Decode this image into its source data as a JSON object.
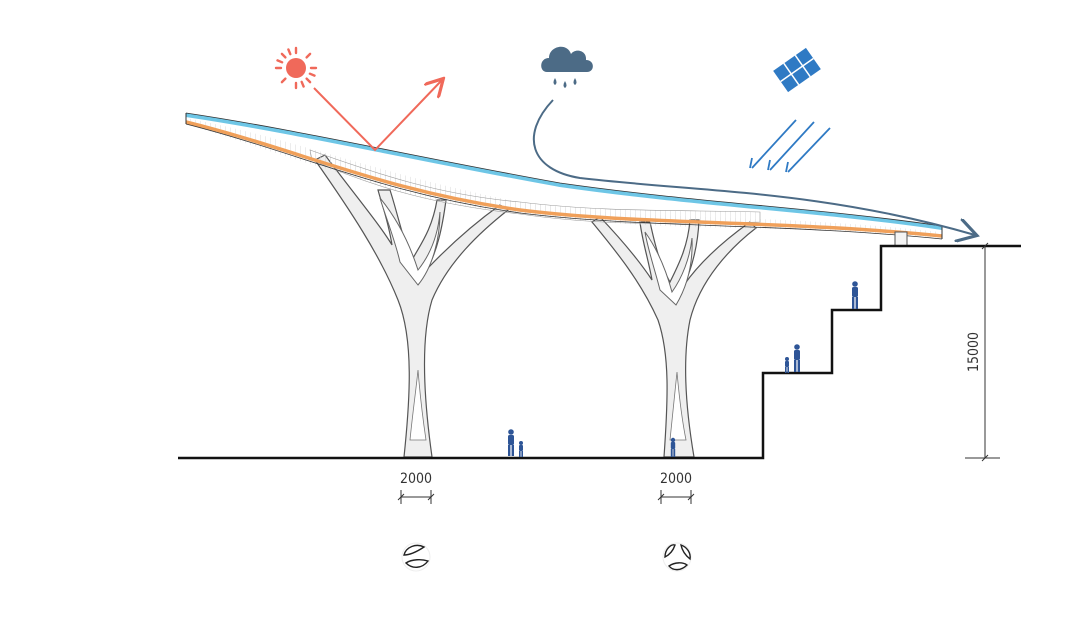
{
  "dimensions": {
    "column1_width": "2000",
    "column2_width": "2000",
    "platform_height": "15000"
  },
  "icons": {
    "sun": "sun-icon",
    "rain": "rain-cloud-icon",
    "solar": "solar-panel-icon",
    "person": "person-icon"
  },
  "colors": {
    "sun": "#f0695a",
    "rain": "#4c6b86",
    "solar": "#2f7ac4",
    "roof_top": "#6ec6e6",
    "roof_bottom": "#f0a05a",
    "person": "#2e5597",
    "ground": "#111111"
  }
}
